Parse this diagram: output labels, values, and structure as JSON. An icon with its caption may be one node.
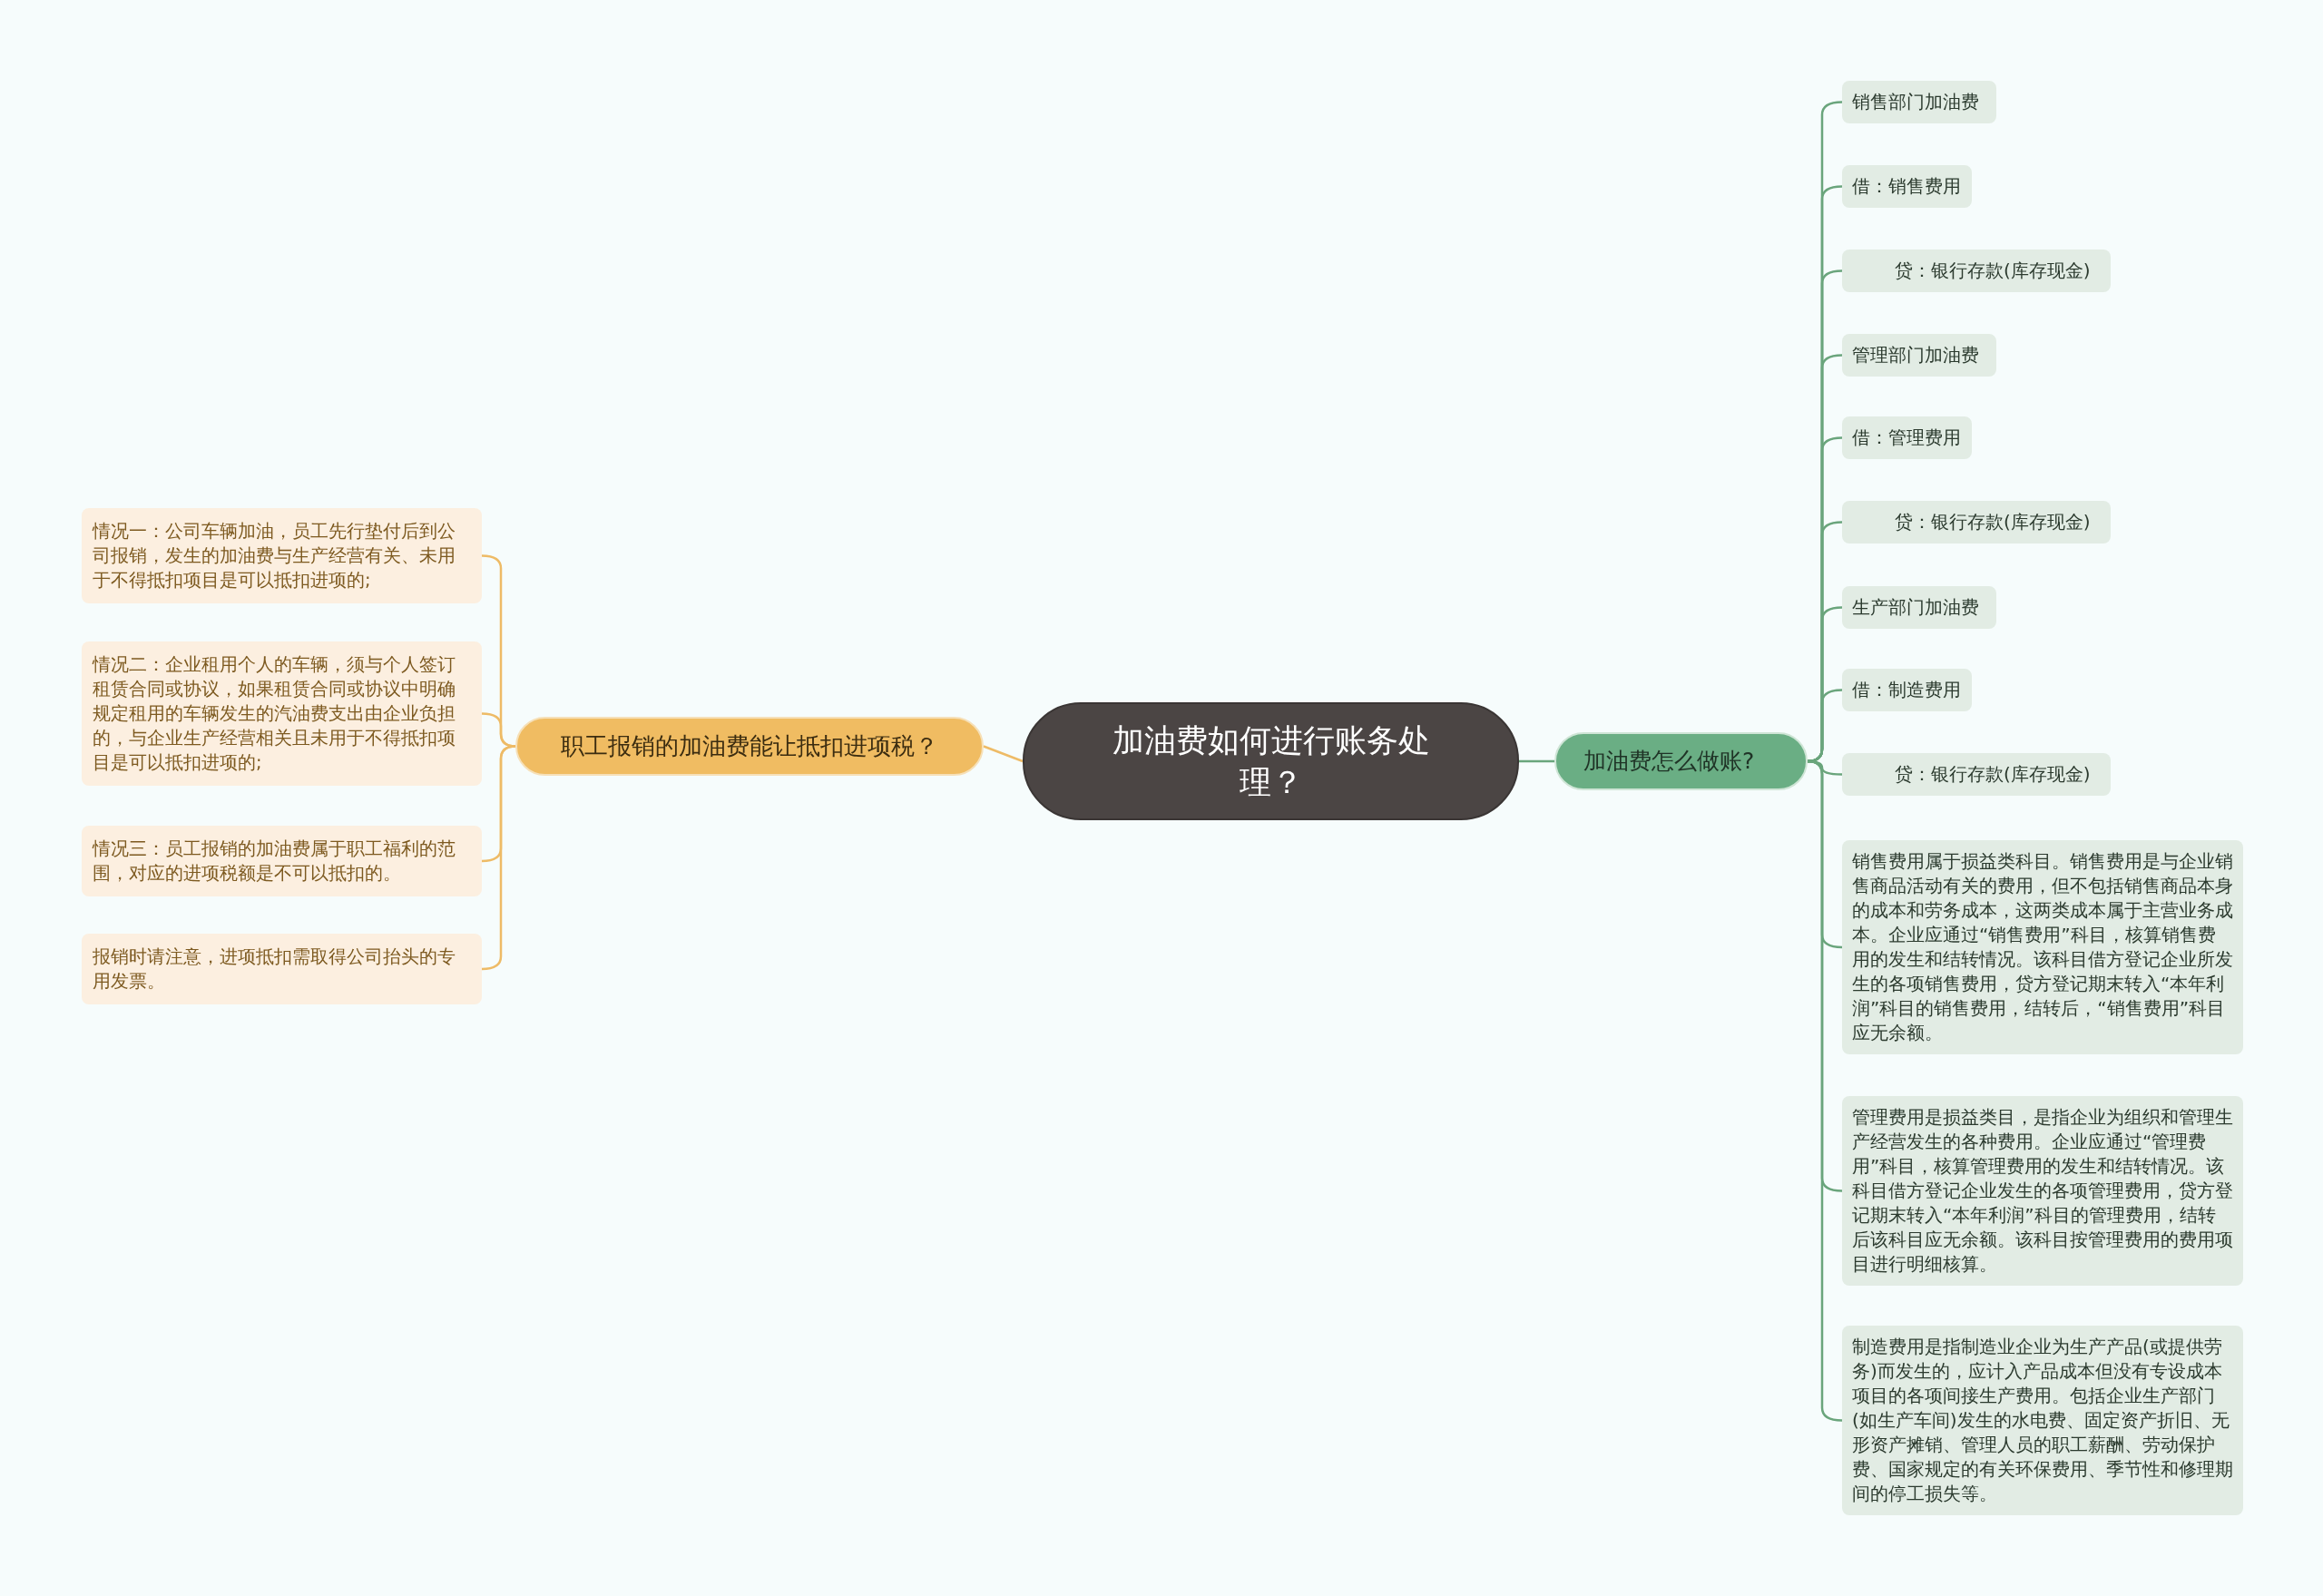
{
  "diagram": {
    "nodes": [
      {
        "text": [
          "加油费如何进行账务处理？"
        ]
      },
      {
        "text": [
          "职工报销的加油费能让抵扣进项税？"
        ]
      },
      {
        "text": [
          "情况一：公司车辆加油，员工先行垫付后到公司报销，发生的加油费与生产经营有关、未用于不得抵扣项目是可以抵扣进项的;"
        ]
      },
      {
        "text": [
          "情况二：企业租用个人的车辆，须与个人签订租赁合同或协议，如果租赁合同或协议中明确规定租用的车辆发生的汽油费支出由企业负担的，与企业生产经营相关且未用于不得抵扣项目是可以抵扣进项的;"
        ]
      },
      {
        "text": [
          "情况三：员工报销的加油费属于职工福利的范围，对应的进项税额是不可以抵扣的。"
        ]
      },
      {
        "text": [
          "报销时请注意，进项抵扣需取得公司抬头的专用发票。"
        ]
      },
      {
        "text": [
          "加油费怎么做账?"
        ]
      },
      {
        "text": [
          "销售部门加油费"
        ]
      },
      {
        "text": [
          "借：销售费用"
        ]
      },
      {
        "text": [
          "贷：银行存款(库存现金)"
        ]
      },
      {
        "text": [
          "管理部门加油费"
        ]
      },
      {
        "text": [
          "借：管理费用"
        ]
      },
      {
        "text": [
          "贷：银行存款(库存现金)"
        ]
      },
      {
        "text": [
          "生产部门加油费"
        ]
      },
      {
        "text": [
          "借：制造费用"
        ]
      },
      {
        "text": [
          "贷：银行存款(库存现金)"
        ]
      },
      {
        "text": [
          "销售费用属于损益类科目。销售费用是与企业销售商品活动有关的费用，但不包括销售商品本身的成本和劳务成本，这两类成本属于主营业务成本。企业应通过“销售费用”科目，核算销售费用的发生和结转情况。该科目借方登记企业所发生的各项销售费用，贷方登记期末转入“本年利润”科目的销售费用，结转后，“销售费用”科目应无余额。"
        ]
      },
      {
        "text": [
          "管理费用是损益类目，是指企业为组织和管理生产经营发生的各种费用。企业应通过“管理费用”科目，核算管理费用的发生和结转情况。该科目借方登记企业发生的各项管理费用，贷方登记期末转入“本年利润”科目的管理费用，结转后该科目应无余额。该科目按管理费用的费用项目进行明细核算。"
        ]
      },
      {
        "text": [
          "制造费用是指制造业企业为生产产品(或提供劳务)而发生的，应计入产品成本但没有专设成本项目的各项间接生产费用。包括企业生产部门(如生产车间)发生的水电费、固定资产折旧、无形资产摊销、管理人员的职工薪酬、劳动保护费、国家规定的有关环保费用、季节性和修理期间的停工损失等。"
        ]
      }
    ],
    "edges": [
      {
        "from": 0,
        "to": 1,
        "arrow": "none",
        "color": "#eebb66"
      },
      {
        "from": 1,
        "to": 2,
        "arrow": "none",
        "color": "#eebb66"
      },
      {
        "from": 1,
        "to": 3,
        "arrow": "none",
        "color": "#eebb66"
      },
      {
        "from": 1,
        "to": 4,
        "arrow": "none",
        "color": "#eebb66"
      },
      {
        "from": 1,
        "to": 5,
        "arrow": "none",
        "color": "#eebb66"
      },
      {
        "from": 0,
        "to": 6,
        "arrow": "none"
      },
      {
        "from": 6,
        "to": 7,
        "arrow": "none"
      },
      {
        "from": 6,
        "to": 8,
        "arrow": "none"
      },
      {
        "from": 6,
        "to": 9,
        "arrow": "none"
      },
      {
        "from": 6,
        "to": 10,
        "arrow": "none"
      },
      {
        "from": 6,
        "to": 11,
        "arrow": "none"
      },
      {
        "from": 6,
        "to": 12,
        "arrow": "none"
      },
      {
        "from": 6,
        "to": 13,
        "arrow": "none"
      },
      {
        "from": 6,
        "to": 14,
        "arrow": "none"
      },
      {
        "from": 6,
        "to": 15,
        "arrow": "none"
      },
      {
        "from": 6,
        "to": 16,
        "arrow": "none"
      },
      {
        "from": 6,
        "to": 17,
        "arrow": "none"
      },
      {
        "from": 6,
        "to": 18,
        "arrow": "none"
      }
    ]
  }
}
